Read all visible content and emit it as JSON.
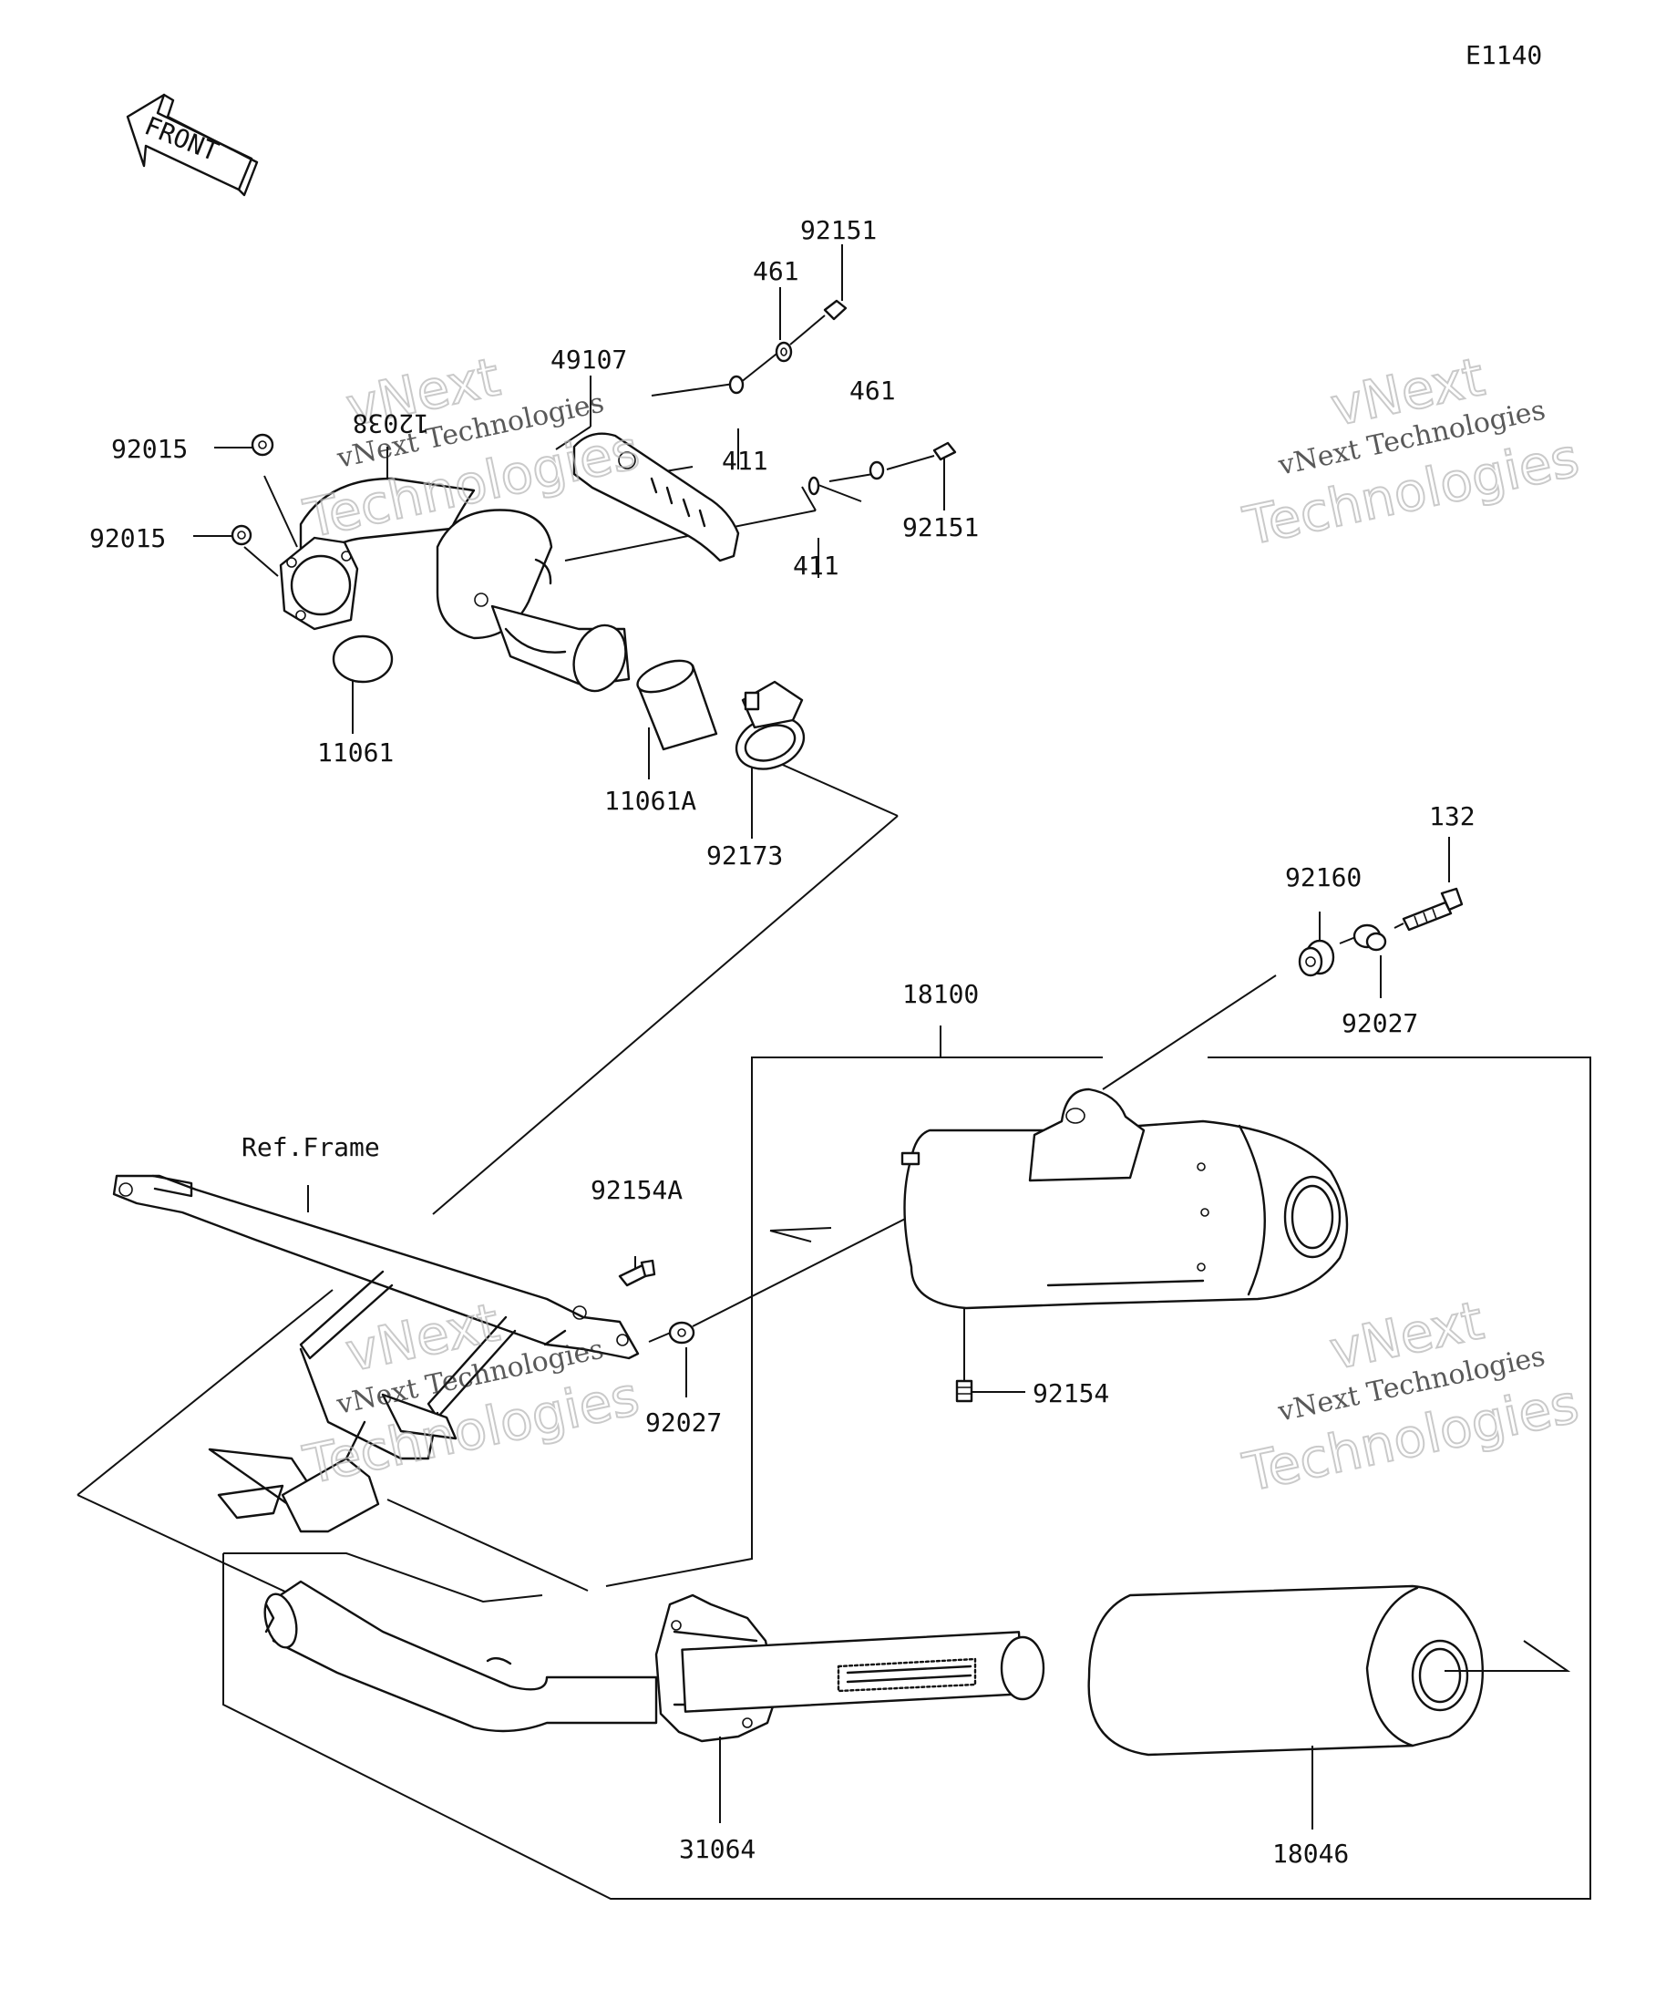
{
  "diagram_code": "E1140",
  "front_label": "FRONT",
  "ref_frame_label": "Ref.Frame",
  "watermark": {
    "line1": "vNext Technologies",
    "line2": "vNext",
    "line3": "Technologies"
  },
  "parts": {
    "p92151a": "92151",
    "p461a": "461",
    "p49107": "49107",
    "p461b": "461",
    "p92015a": "92015",
    "p12038": "12038",
    "p411a": "411",
    "p92015b": "92015",
    "p411b": "411",
    "p92151b": "92151",
    "p11061": "11061",
    "p11061A": "11061A",
    "p92173": "92173",
    "p132": "132",
    "p92160": "92160",
    "p18100": "18100",
    "p92027a": "92027",
    "p92154A": "92154A",
    "p92027b": "92027",
    "p92154": "92154",
    "p31064": "31064",
    "p18046": "18046"
  }
}
